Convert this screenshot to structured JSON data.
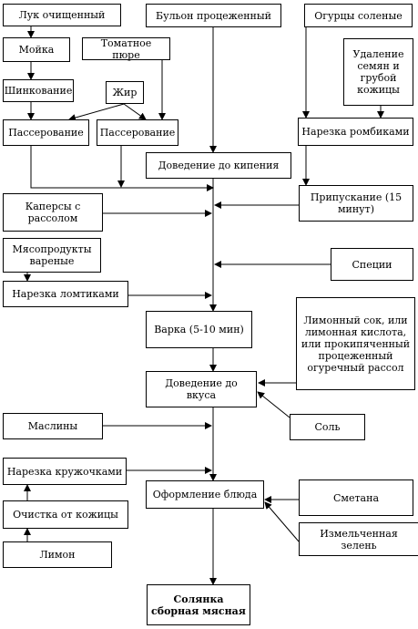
{
  "nodes": {
    "onion": "Лук очищенный",
    "broth": "Бульон процеженный",
    "cucumbers": "Огурцы соленые",
    "washing": "Мойка",
    "tomato": "Томатное пюре",
    "seeds": "Удаление семян и грубой кожицы",
    "shredding": "Шинкование",
    "fat": "Жир",
    "saute1": "Пассерование",
    "saute2": "Пассерование",
    "diamonds": "Нарезка ромбиками",
    "boiling": "Доведение до кипения",
    "capers": "Каперсы с рассолом",
    "poaching": "Припускание (15 минут)",
    "meat": "Мясопродукты вареные",
    "spices": "Специи",
    "slicing": "Нарезка ломтиками",
    "lemonjuice": "Лимонный сок, или лимонная кислота, или прокипяченный процеженный огуречный рассол",
    "cooking": "Варка (5-10 мин)",
    "taste": "Доведение до вкуса",
    "olives": "Маслины",
    "salt": "Соль",
    "circles": "Нарезка кружочками",
    "serving": "Оформление блюда",
    "sourcream": "Сметана",
    "peeling": "Очистка от кожицы",
    "greens": "Измельченная зелень",
    "lemon": "Лимон",
    "final": "Солянка сборная мясная"
  }
}
